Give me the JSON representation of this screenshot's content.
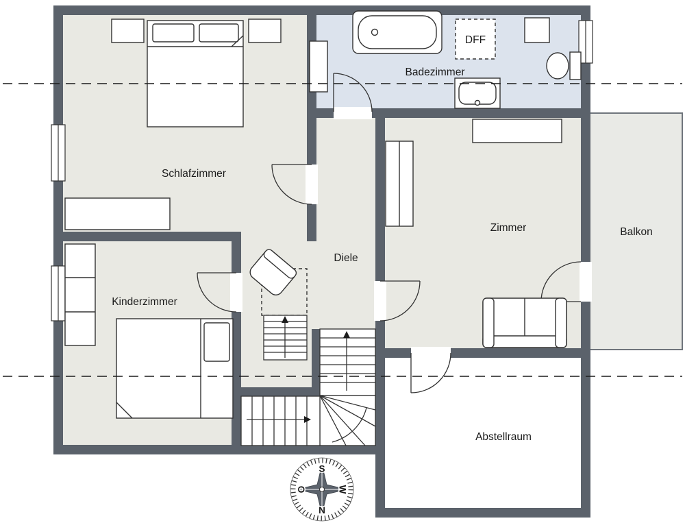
{
  "rooms": {
    "schlafzimmer": "Schlafzimmer",
    "badezimmer": "Badezimmer",
    "dff": "DFF",
    "zimmer": "Zimmer",
    "balkon": "Balkon",
    "diele": "Diele",
    "kinderzimmer": "Kinderzimmer",
    "abstellraum": "Abstellraum"
  },
  "compass": {
    "north": "N",
    "south": "S",
    "east": "O",
    "west": "W"
  },
  "colors": {
    "wall": "#5b626b",
    "room_floor": "#e9e9e3",
    "bath_floor": "#dce3ed",
    "balcony_floor": "#e9eae6",
    "line": "#2d2d2d"
  }
}
